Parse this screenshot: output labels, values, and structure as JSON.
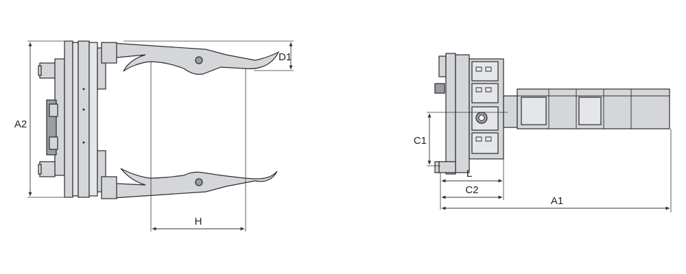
{
  "labels": {
    "a1": "A1",
    "a2": "A2",
    "c1": "C1",
    "c2": "C2",
    "d1": "D1",
    "h": "H",
    "l": "L"
  },
  "colors": {
    "metal": "#d4d6d9",
    "metal_dark": "#9a9da2",
    "line": "#2a2a2a"
  }
}
